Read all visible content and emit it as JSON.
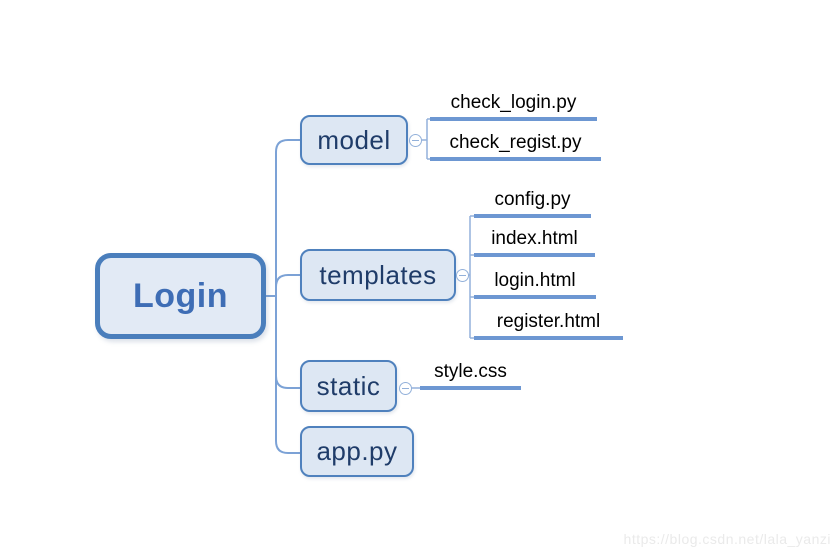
{
  "diagram": {
    "root": {
      "label": "Login"
    },
    "branches": [
      {
        "label": "model",
        "children": [
          "check_login.py",
          "check_regist.py"
        ]
      },
      {
        "label": "templates",
        "children": [
          "config.py",
          "index.html",
          "login.html",
          "register.html"
        ]
      },
      {
        "label": "static",
        "children": [
          "style.css"
        ]
      },
      {
        "label": "app.py",
        "children": []
      }
    ],
    "colors": {
      "node_fill": "#dde7f3",
      "node_border": "#4f81bd",
      "root_border": "#4a7ebc",
      "root_text": "#3e6db5",
      "node_text": "#1f3c69",
      "leaf_text": "#000000",
      "leaf_underline": "#6d97d2",
      "connector": "#7ca2d6",
      "bracket": "#93b1da"
    },
    "icons": {
      "collapse_symbol": "minus"
    }
  },
  "watermark": {
    "text": "https://blog.csdn.net/lala_yanzi"
  }
}
